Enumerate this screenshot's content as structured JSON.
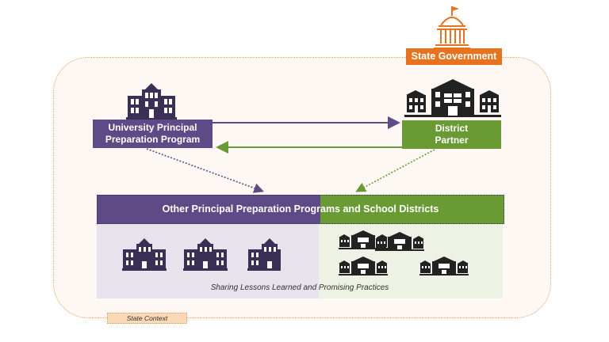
{
  "diagram": {
    "state_government": "State Government",
    "state_context": "State Context",
    "university_program": "University Principal Preparation Program",
    "district_partner": "District Partner",
    "other_programs": "Other Principal Preparation Programs and School Districts",
    "sharing": "Sharing Lessons Learned and Promising Practices"
  },
  "colors": {
    "purple": "#5d4a86",
    "green": "#6a9a34",
    "orange": "#e5731f"
  },
  "icons": [
    "capitol-icon",
    "university-icon",
    "school-icon"
  ]
}
